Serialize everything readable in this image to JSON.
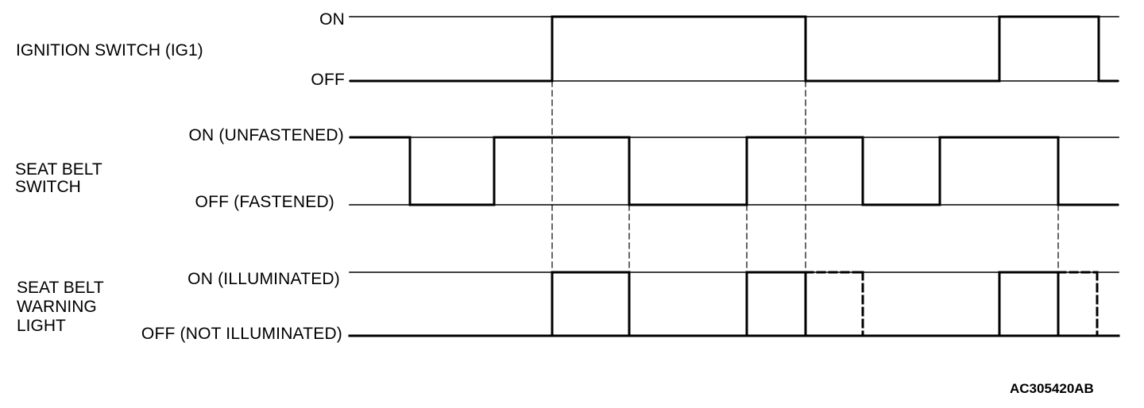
{
  "signals": [
    {
      "name_lines": [
        "IGNITION SWITCH (IG1)"
      ],
      "high_label": "ON",
      "low_label": "OFF",
      "initial": "low",
      "transitions": [
        "t1",
        "t5",
        "t8",
        "t11"
      ]
    },
    {
      "name_lines": [
        "SEAT BELT",
        "SWITCH"
      ],
      "high_label": "ON (UNFASTENED)",
      "low_label": "OFF (FASTENED)",
      "initial": "high",
      "transitions": [
        "t0a",
        "t0b",
        "t2",
        "t4",
        "t6",
        "t7",
        "t9"
      ]
    },
    {
      "name_lines": [
        "SEAT BELT",
        "WARNING",
        "LIGHT"
      ],
      "high_label": "ON (ILLUMINATED)",
      "low_label": "OFF (NOT ILLUMINATED)",
      "initial": "low",
      "pulses": [
        {
          "start": "t1",
          "end": "t2",
          "style": "solid"
        },
        {
          "start": "t4",
          "end": "t5",
          "style": "solid"
        },
        {
          "start": "t5",
          "end": "t6",
          "style": "dashed"
        },
        {
          "start": "t8",
          "end": "t9",
          "style": "solid"
        },
        {
          "start": "t9",
          "end": "t10",
          "style": "dashed"
        }
      ]
    }
  ],
  "figure_code": "AC305420AB"
}
